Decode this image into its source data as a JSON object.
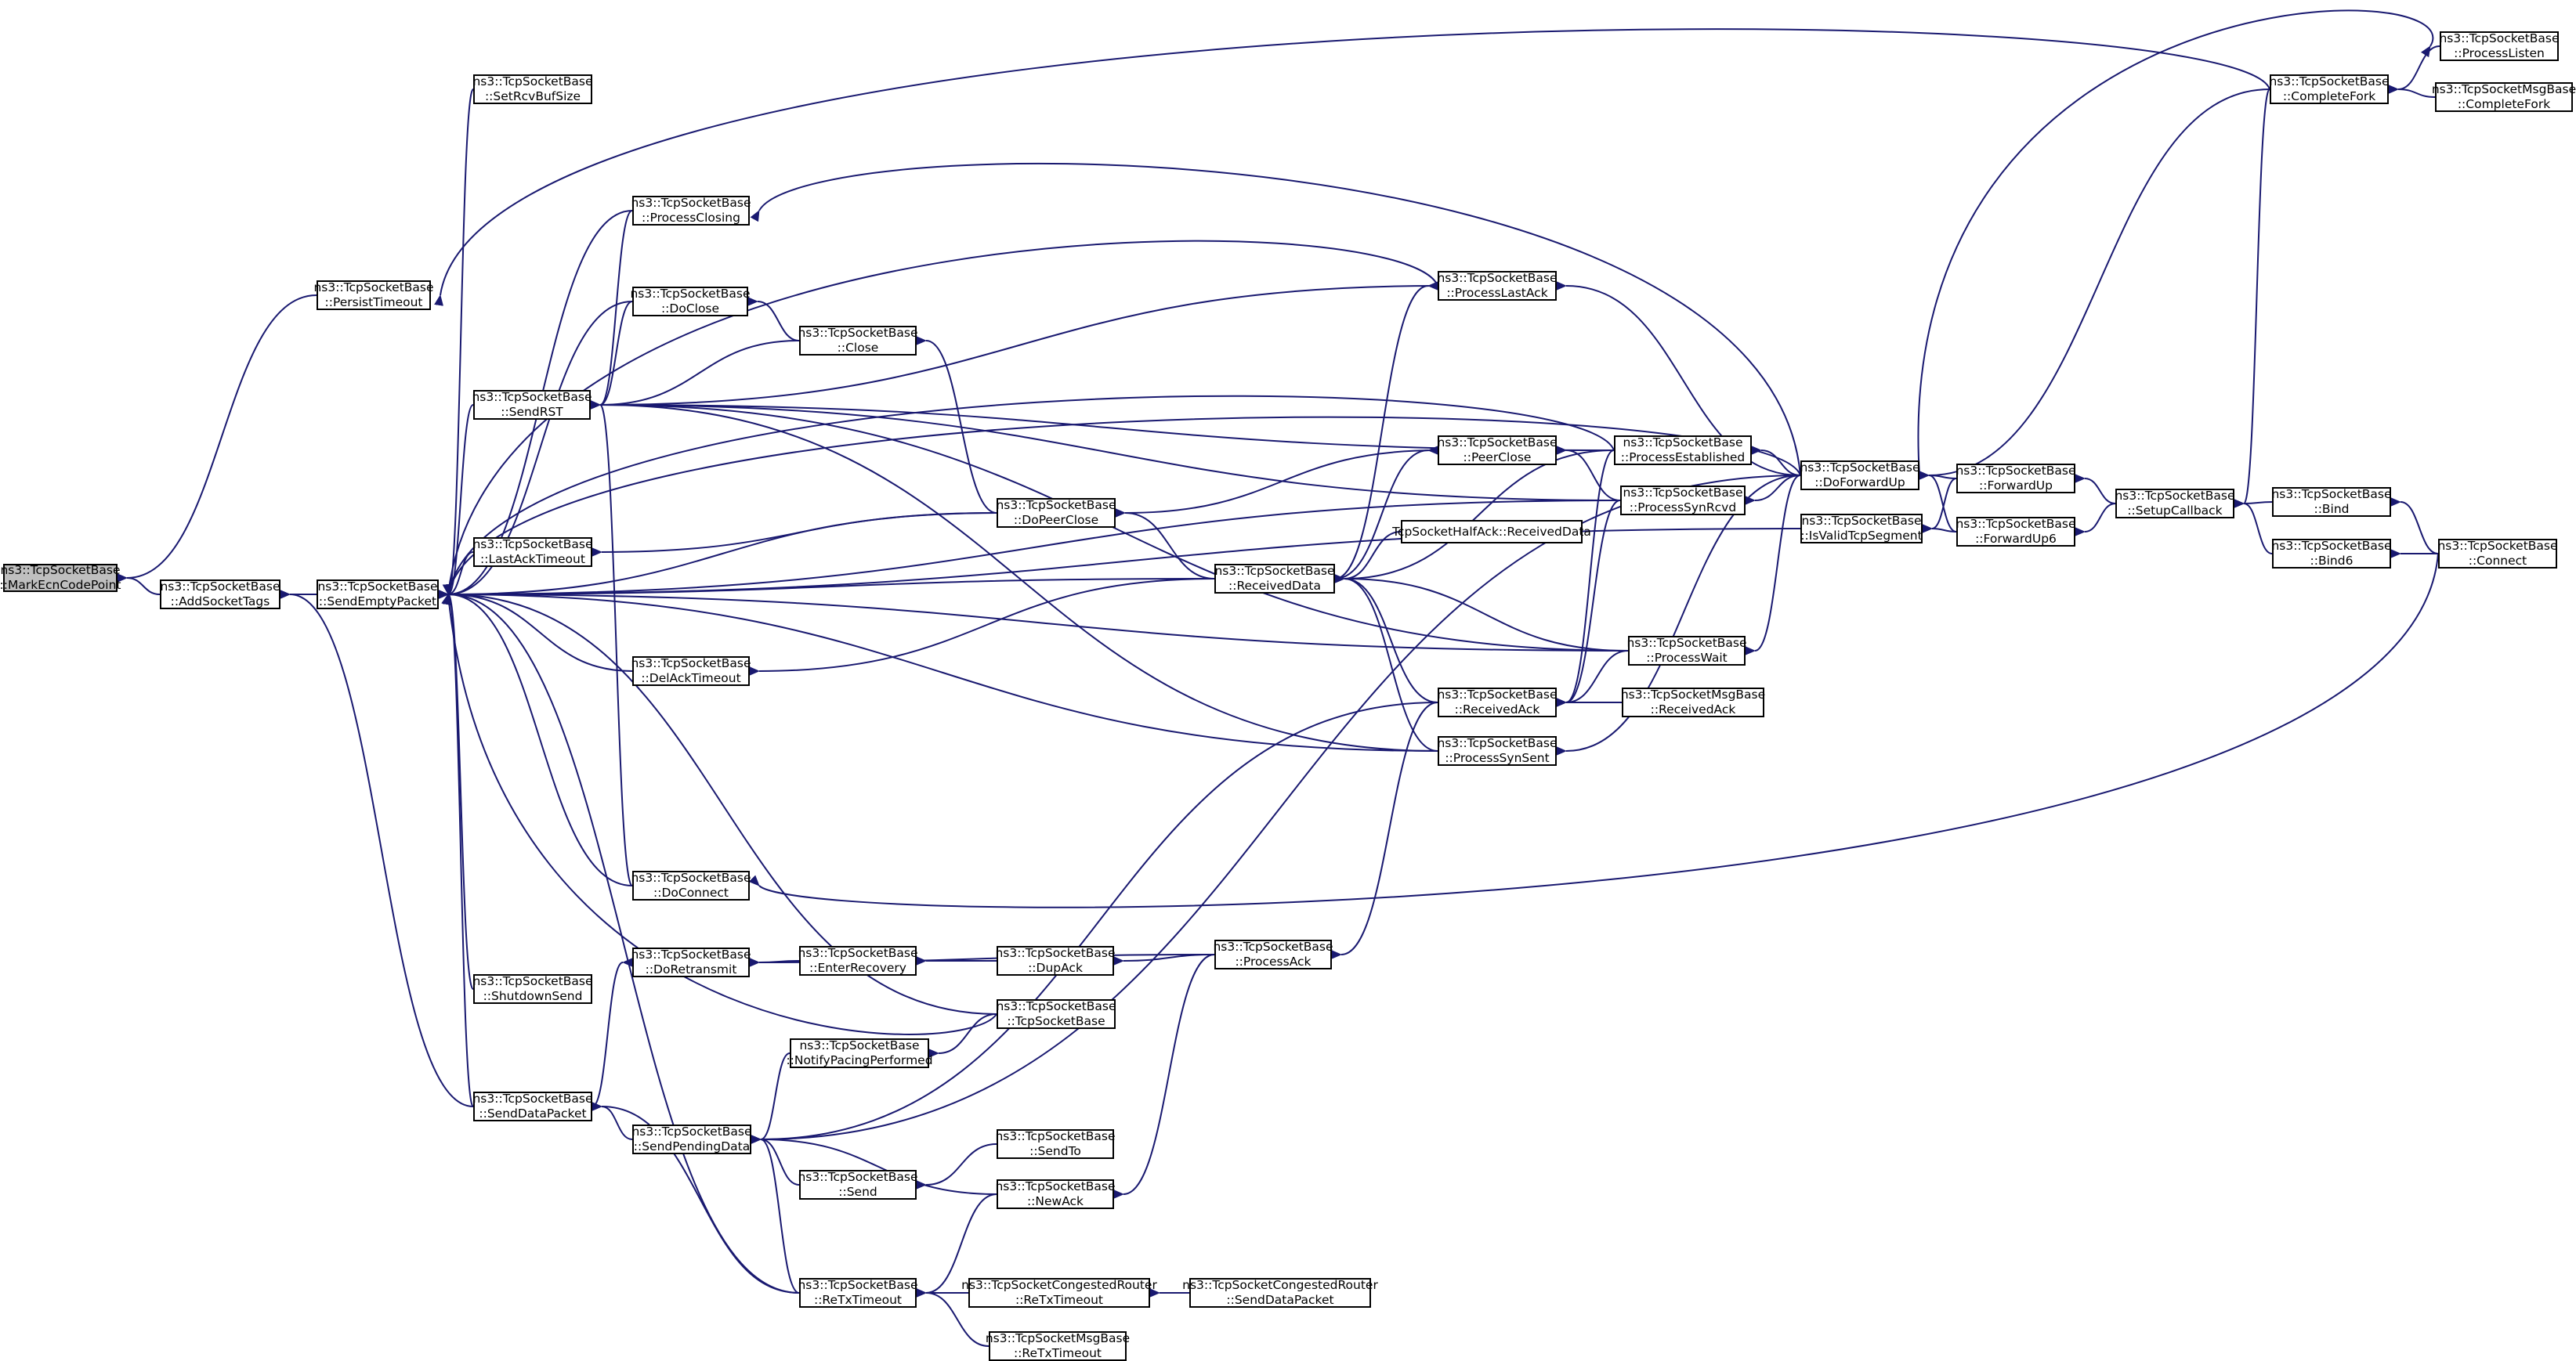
{
  "graph": {
    "colors": {
      "edge": "#191970",
      "root_fill": "#bfbfbf",
      "node_fill": "#ffffff",
      "border": "#000000"
    },
    "nodes": [
      {
        "id": "markecn",
        "l1": "ns3::TcpSocketBase",
        "l2": "::MarkEcnCodePoint",
        "root": true
      },
      {
        "id": "addtags",
        "l1": "ns3::TcpSocketBase",
        "l2": "::AddSocketTags"
      },
      {
        "id": "persist",
        "l1": "ns3::TcpSocketBase",
        "l2": "::PersistTimeout"
      },
      {
        "id": "sendempty",
        "l1": "ns3::TcpSocketBase",
        "l2": "::SendEmptyPacket"
      },
      {
        "id": "setrcvbuf",
        "l1": "ns3::TcpSocketBase",
        "l2": "::SetRcvBufSize"
      },
      {
        "id": "procclosing",
        "l1": "ns3::TcpSocketBase",
        "l2": "::ProcessClosing"
      },
      {
        "id": "doclose",
        "l1": "ns3::TcpSocketBase",
        "l2": "::DoClose"
      },
      {
        "id": "sendrst",
        "l1": "ns3::TcpSocketBase",
        "l2": "::SendRST"
      },
      {
        "id": "lastacktimeout",
        "l1": "ns3::TcpSocketBase",
        "l2": "::LastAckTimeout"
      },
      {
        "id": "delacktimeout",
        "l1": "ns3::TcpSocketBase",
        "l2": "::DelAckTimeout"
      },
      {
        "id": "doconnect",
        "l1": "ns3::TcpSocketBase",
        "l2": "::DoConnect"
      },
      {
        "id": "doretransmit",
        "l1": "ns3::TcpSocketBase",
        "l2": "::DoRetransmit"
      },
      {
        "id": "shutdownsend",
        "l1": "ns3::TcpSocketBase",
        "l2": "::ShutdownSend"
      },
      {
        "id": "senddatapacket",
        "l1": "ns3::TcpSocketBase",
        "l2": "::SendDataPacket"
      },
      {
        "id": "sendpending",
        "l1": "ns3::TcpSocketBase",
        "l2": "::SendPendingData"
      },
      {
        "id": "close",
        "l1": "ns3::TcpSocketBase",
        "l2": "::Close"
      },
      {
        "id": "enterrecovery",
        "l1": "ns3::TcpSocketBase",
        "l2": "::EnterRecovery"
      },
      {
        "id": "notifypacing",
        "l1": "ns3::TcpSocketBase",
        "l2": "::NotifyPacingPerformed"
      },
      {
        "id": "send",
        "l1": "ns3::TcpSocketBase",
        "l2": "::Send"
      },
      {
        "id": "retxtimeout",
        "l1": "ns3::TcpSocketBase",
        "l2": "::ReTxTimeout"
      },
      {
        "id": "dopeerclose",
        "l1": "ns3::TcpSocketBase",
        "l2": "::DoPeerClose"
      },
      {
        "id": "dupack",
        "l1": "ns3::TcpSocketBase",
        "l2": "::DupAck"
      },
      {
        "id": "ctor",
        "l1": "ns3::TcpSocketBase",
        "l2": "::TcpSocketBase"
      },
      {
        "id": "sendto",
        "l1": "ns3::TcpSocketBase",
        "l2": "::SendTo"
      },
      {
        "id": "newack",
        "l1": "ns3::TcpSocketBase",
        "l2": "::NewAck"
      },
      {
        "id": "congretx",
        "l1": "ns3::TcpSocketCongestedRouter",
        "l2": "::ReTxTimeout"
      },
      {
        "id": "msgretx",
        "l1": "ns3::TcpSocketMsgBase",
        "l2": "::ReTxTimeout"
      },
      {
        "id": "receiveddata",
        "l1": "ns3::TcpSocketBase",
        "l2": "::ReceivedData"
      },
      {
        "id": "processack",
        "l1": "ns3::TcpSocketBase",
        "l2": "::ProcessAck"
      },
      {
        "id": "congsenddata",
        "l1": "ns3::TcpSocketCongestedRouter",
        "l2": "::SendDataPacket"
      },
      {
        "id": "proclastack",
        "l1": "ns3::TcpSocketBase",
        "l2": "::ProcessLastAck"
      },
      {
        "id": "peerclose",
        "l1": "ns3::TcpSocketBase",
        "l2": "::PeerClose"
      },
      {
        "id": "halfack",
        "l1": "TcpSocketHalfAck::ReceivedData",
        "l2": ""
      },
      {
        "id": "receivedack",
        "l1": "ns3::TcpSocketBase",
        "l2": "::ReceivedAck"
      },
      {
        "id": "procsynsent",
        "l1": "ns3::TcpSocketBase",
        "l2": "::ProcessSynSent"
      },
      {
        "id": "procestab",
        "l1": "ns3::TcpSocketBase",
        "l2": "::ProcessEstablished"
      },
      {
        "id": "procsynrcvd",
        "l1": "ns3::TcpSocketBase",
        "l2": "::ProcessSynRcvd"
      },
      {
        "id": "procwait",
        "l1": "ns3::TcpSocketBase",
        "l2": "::ProcessWait"
      },
      {
        "id": "msgreceivedack",
        "l1": "ns3::TcpSocketMsgBase",
        "l2": "::ReceivedAck"
      },
      {
        "id": "doforwardup",
        "l1": "ns3::TcpSocketBase",
        "l2": "::DoForwardUp"
      },
      {
        "id": "isvalid",
        "l1": "ns3::TcpSocketBase",
        "l2": "::IsValidTcpSegment"
      },
      {
        "id": "forwardup",
        "l1": "ns3::TcpSocketBase",
        "l2": "::ForwardUp"
      },
      {
        "id": "forwardup6",
        "l1": "ns3::TcpSocketBase",
        "l2": "::ForwardUp6"
      },
      {
        "id": "setupcb",
        "l1": "ns3::TcpSocketBase",
        "l2": "::SetupCallback"
      },
      {
        "id": "bind",
        "l1": "ns3::TcpSocketBase",
        "l2": "::Bind"
      },
      {
        "id": "bind6",
        "l1": "ns3::TcpSocketBase",
        "l2": "::Bind6"
      },
      {
        "id": "connect",
        "l1": "ns3::TcpSocketBase",
        "l2": "::Connect"
      },
      {
        "id": "completefork",
        "l1": "ns3::TcpSocketBase",
        "l2": "::CompleteFork"
      },
      {
        "id": "proclisten",
        "l1": "ns3::TcpSocketBase",
        "l2": "::ProcessListen"
      },
      {
        "id": "msgcompletefork",
        "l1": "ns3::TcpSocketMsgBase",
        "l2": "::CompleteFork"
      }
    ]
  }
}
